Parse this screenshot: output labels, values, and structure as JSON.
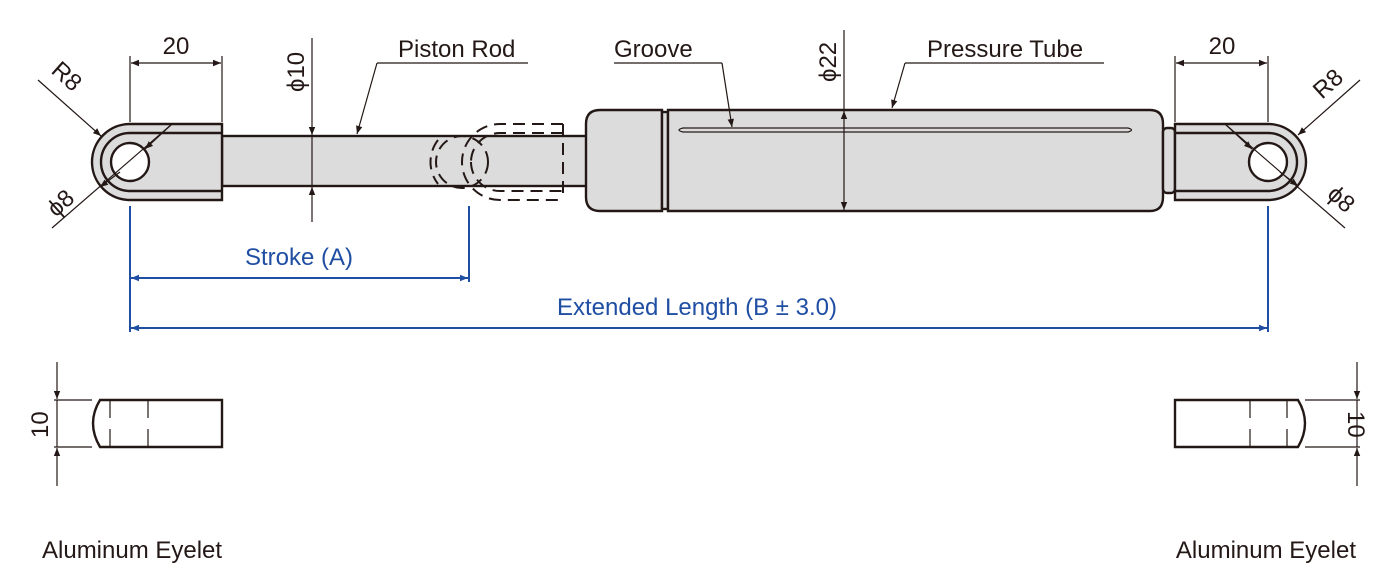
{
  "diagram": {
    "title": "Gas spring dimensional drawing",
    "colors": {
      "line": "#231815",
      "part_fill": "#dcdcdc",
      "dimension_blue": "#1f4ea3",
      "background": "#ffffff"
    },
    "callouts": {
      "piston_rod": "Piston Rod",
      "groove": "Groove",
      "pressure_tube": "Pressure Tube"
    },
    "dimensions": {
      "left_eyelet_length": "20",
      "right_eyelet_length": "20",
      "left_radius": "R8",
      "right_radius": "R8",
      "left_hole": "ϕ8",
      "right_hole": "ϕ8",
      "rod_diameter": "ϕ10",
      "tube_diameter": "ϕ22",
      "left_eyelet_thickness": "10",
      "right_eyelet_thickness": "10"
    },
    "blue_dimensions": {
      "stroke": "Stroke (A)",
      "extended_length": "Extended Length (B ± 3.0)"
    },
    "captions": {
      "left": "Aluminum Eyelet",
      "right": "Aluminum Eyelet"
    }
  }
}
